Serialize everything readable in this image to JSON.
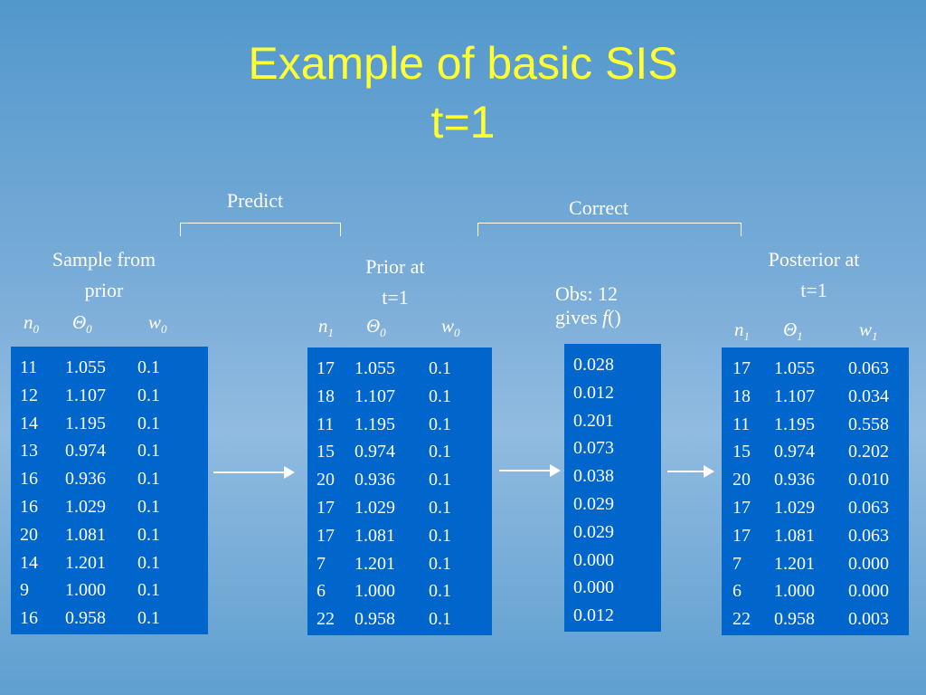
{
  "title": {
    "line1": "Example of basic SIS",
    "line2": "t=1"
  },
  "predict_label": "Predict",
  "correct_label": "Correct",
  "panel1": {
    "label_line1": "Sample from",
    "label_line2": "prior",
    "headers": {
      "n": "n",
      "n_sub": "0",
      "theta": "Θ",
      "theta_sub": "0",
      "w": "w",
      "w_sub": "0"
    },
    "n": [
      "11",
      "12",
      "14",
      "13",
      "16",
      "16",
      "20",
      "14",
      "9",
      "16"
    ],
    "theta": [
      "1.055",
      "1.107",
      "1.195",
      "0.974",
      "0.936",
      "1.029",
      "1.081",
      "1.201",
      "1.000",
      "0.958"
    ],
    "w": [
      "0.1",
      "0.1",
      "0.1",
      "0.1",
      "0.1",
      "0.1",
      "0.1",
      "0.1",
      "0.1",
      "0.1"
    ]
  },
  "panel2": {
    "label_line1": "Prior at",
    "label_line2": "t=1",
    "headers": {
      "n": "n",
      "n_sub": "1",
      "theta": "Θ",
      "theta_sub": "0",
      "w": "w",
      "w_sub": "0"
    },
    "n": [
      "17",
      "18",
      "11",
      "15",
      "20",
      "17",
      "17",
      "7",
      "6",
      "22"
    ],
    "theta": [
      "1.055",
      "1.107",
      "1.195",
      "0.974",
      "0.936",
      "1.029",
      "1.081",
      "1.201",
      "1.000",
      "0.958"
    ],
    "w": [
      "0.1",
      "0.1",
      "0.1",
      "0.1",
      "0.1",
      "0.1",
      "0.1",
      "0.1",
      "0.1",
      "0.1"
    ]
  },
  "panel3": {
    "label_line1": "Obs: 12",
    "label_line2_prefix": "gives ",
    "label_line2_fn": "f",
    "label_line2_suffix": "()",
    "values": [
      "0.028",
      "0.012",
      "0.201",
      "0.073",
      "0.038",
      "0.029",
      "0.029",
      "0.000",
      "0.000",
      "0.012"
    ]
  },
  "panel4": {
    "label_line1": "Posterior at",
    "label_line2": "t=1",
    "headers": {
      "n": "n",
      "n_sub": "1",
      "theta": "Θ",
      "theta_sub": "1",
      "w": "w",
      "w_sub": "1"
    },
    "n": [
      "17",
      "18",
      "11",
      "15",
      "20",
      "17",
      "17",
      "7",
      "6",
      "22"
    ],
    "theta": [
      "1.055",
      "1.107",
      "1.195",
      "0.974",
      "0.936",
      "1.029",
      "1.081",
      "1.201",
      "1.000",
      "0.958"
    ],
    "w": [
      "0.063",
      "0.034",
      "0.558",
      "0.202",
      "0.010",
      "0.063",
      "0.063",
      "0.000",
      "0.000",
      "0.003"
    ]
  },
  "colors": {
    "title": "#ffff33",
    "table_bg": "#0066cc",
    "text": "#ffffff"
  }
}
